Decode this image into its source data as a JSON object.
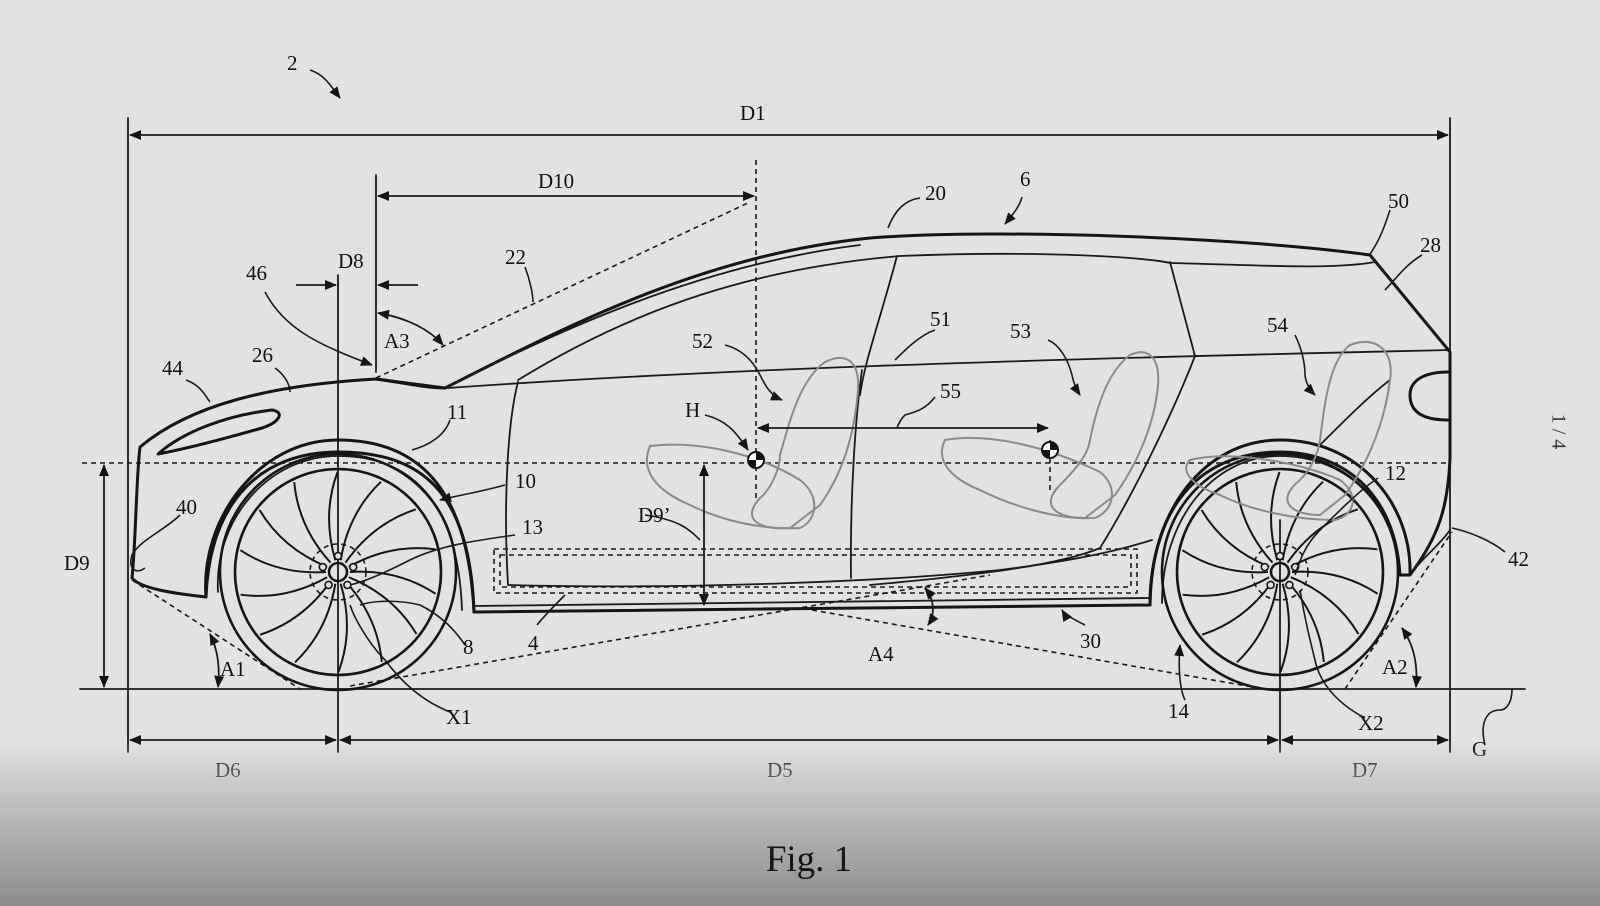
{
  "figure": {
    "caption": "Fig. 1",
    "sheet": "1 / 4"
  },
  "labels": {
    "ref_2": "2",
    "d1": "D1",
    "d10": "D10",
    "ref_20": "20",
    "ref_6": "6",
    "ref_50": "50",
    "ref_28": "28",
    "ref_22": "22",
    "d8": "D8",
    "ref_46": "46",
    "a3": "A3",
    "ref_44": "44",
    "ref_26": "26",
    "ref_52": "52",
    "ref_51": "51",
    "ref_53": "53",
    "ref_54": "54",
    "ref_55": "55",
    "ref_11": "11",
    "h": "H",
    "ref_10": "10",
    "ref_40": "40",
    "ref_13": "13",
    "d9prime": "D9’",
    "d9": "D9",
    "ref_12": "12",
    "ref_42": "42",
    "ref_8": "8",
    "ref_4": "4",
    "a4": "A4",
    "ref_30": "30",
    "a1": "A1",
    "ref_14": "14",
    "a2": "A2",
    "x1": "X1",
    "x2": "X2",
    "g": "G",
    "d6": "D6",
    "d5": "D5",
    "d7": "D7"
  }
}
